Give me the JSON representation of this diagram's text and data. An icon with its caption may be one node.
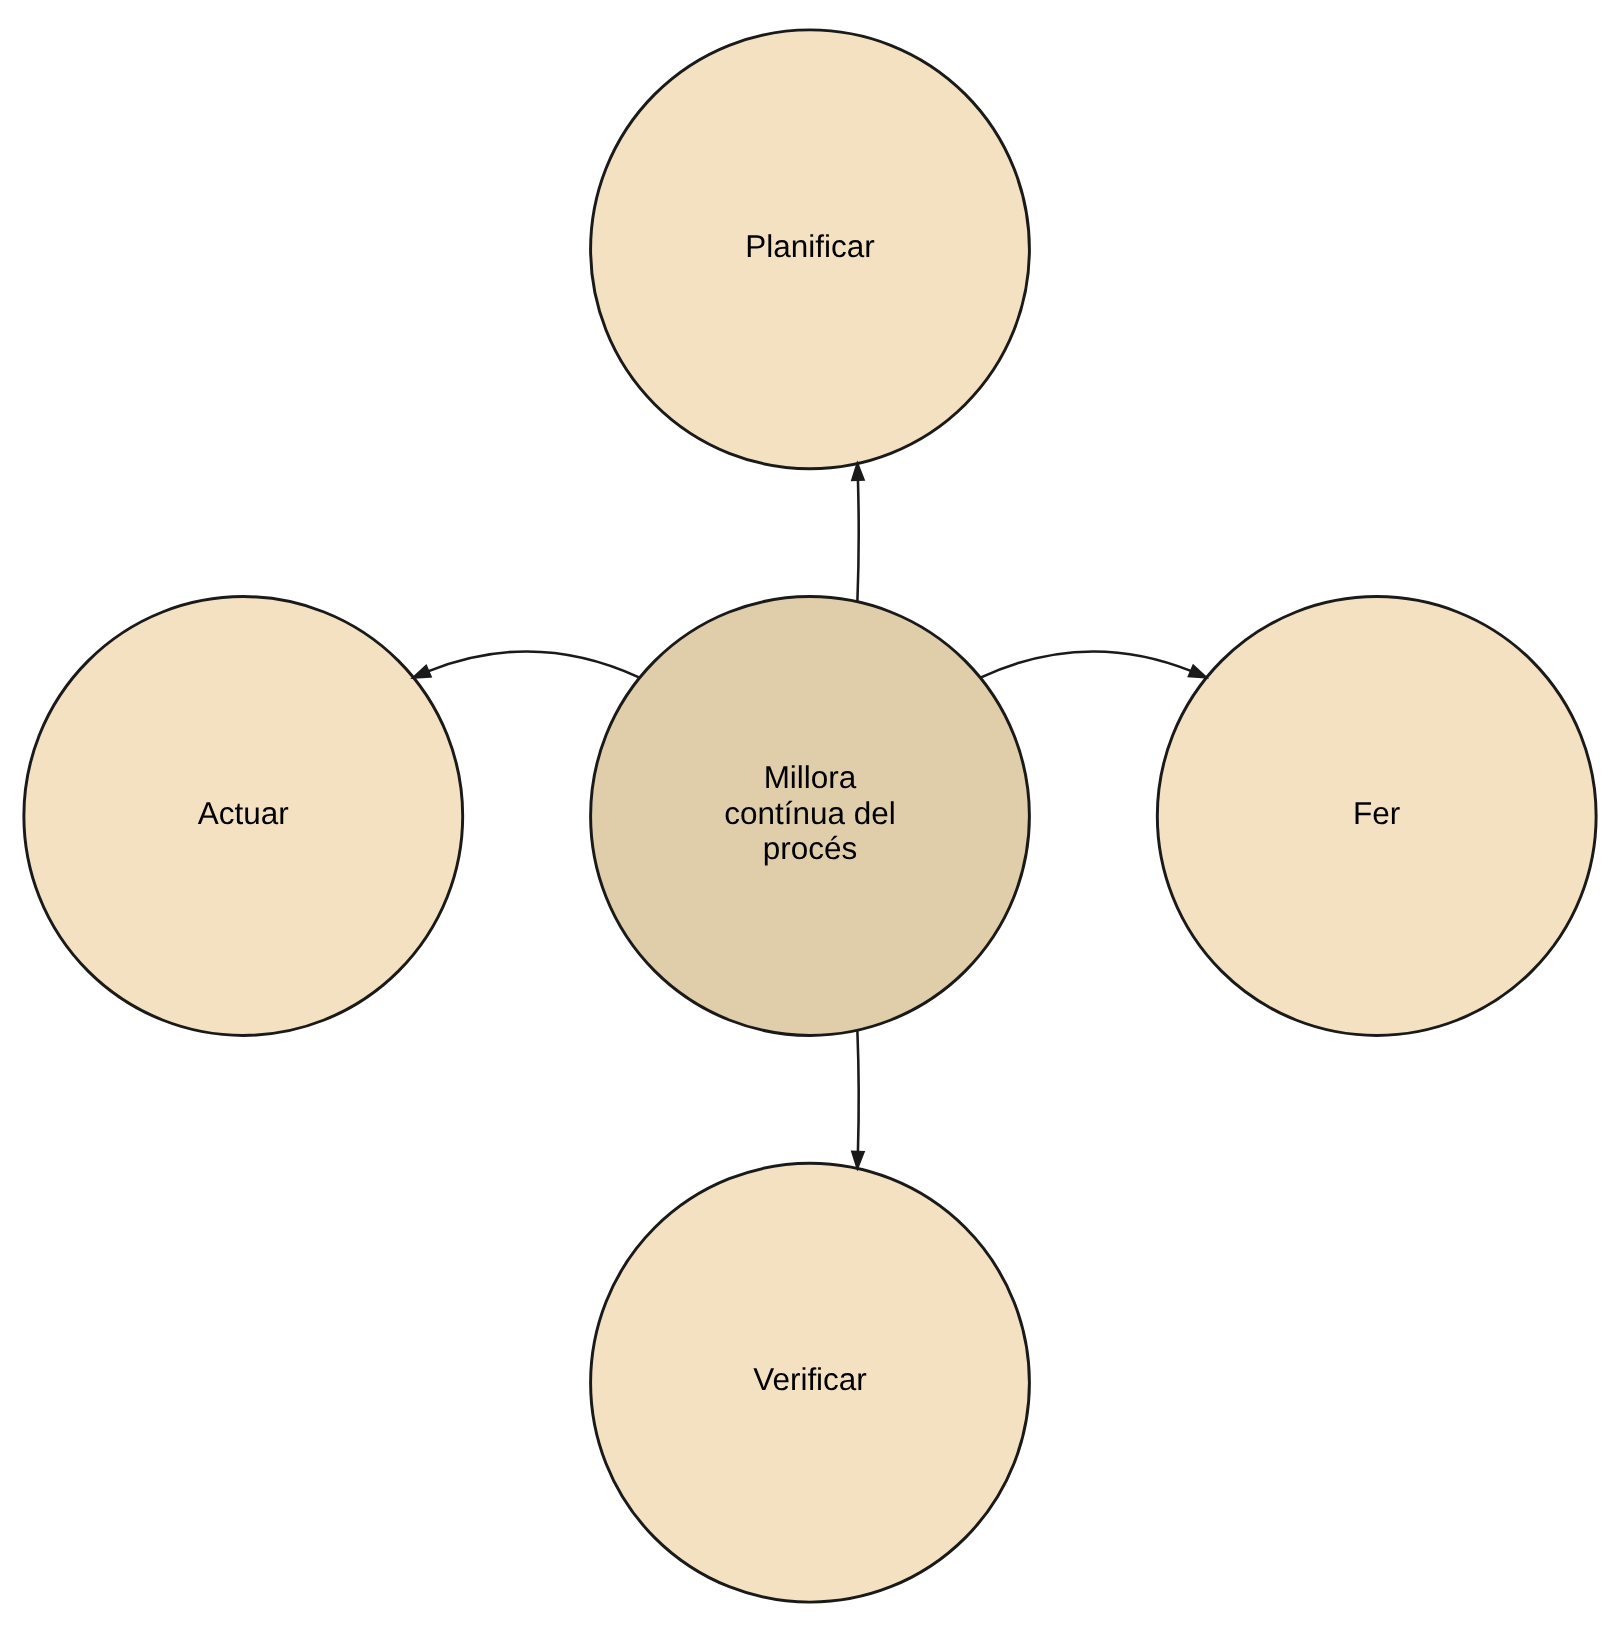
{
  "diagram": {
    "nodes": [
      {
        "text": [
          "Planificar"
        ]
      },
      {
        "text": [
          "Actuar"
        ]
      },
      {
        "text": [
          "Millora contínua del procés"
        ]
      },
      {
        "text": [
          "Fer"
        ]
      },
      {
        "text": [
          "Verificar"
        ]
      }
    ],
    "edges": [
      {
        "from": 2,
        "to": 0,
        "arrow": "to"
      },
      {
        "from": 2,
        "to": 3,
        "arrow": "to"
      },
      {
        "from": 2,
        "to": 4,
        "arrow": "to"
      },
      {
        "from": 2,
        "to": 1,
        "arrow": "to"
      }
    ]
  }
}
